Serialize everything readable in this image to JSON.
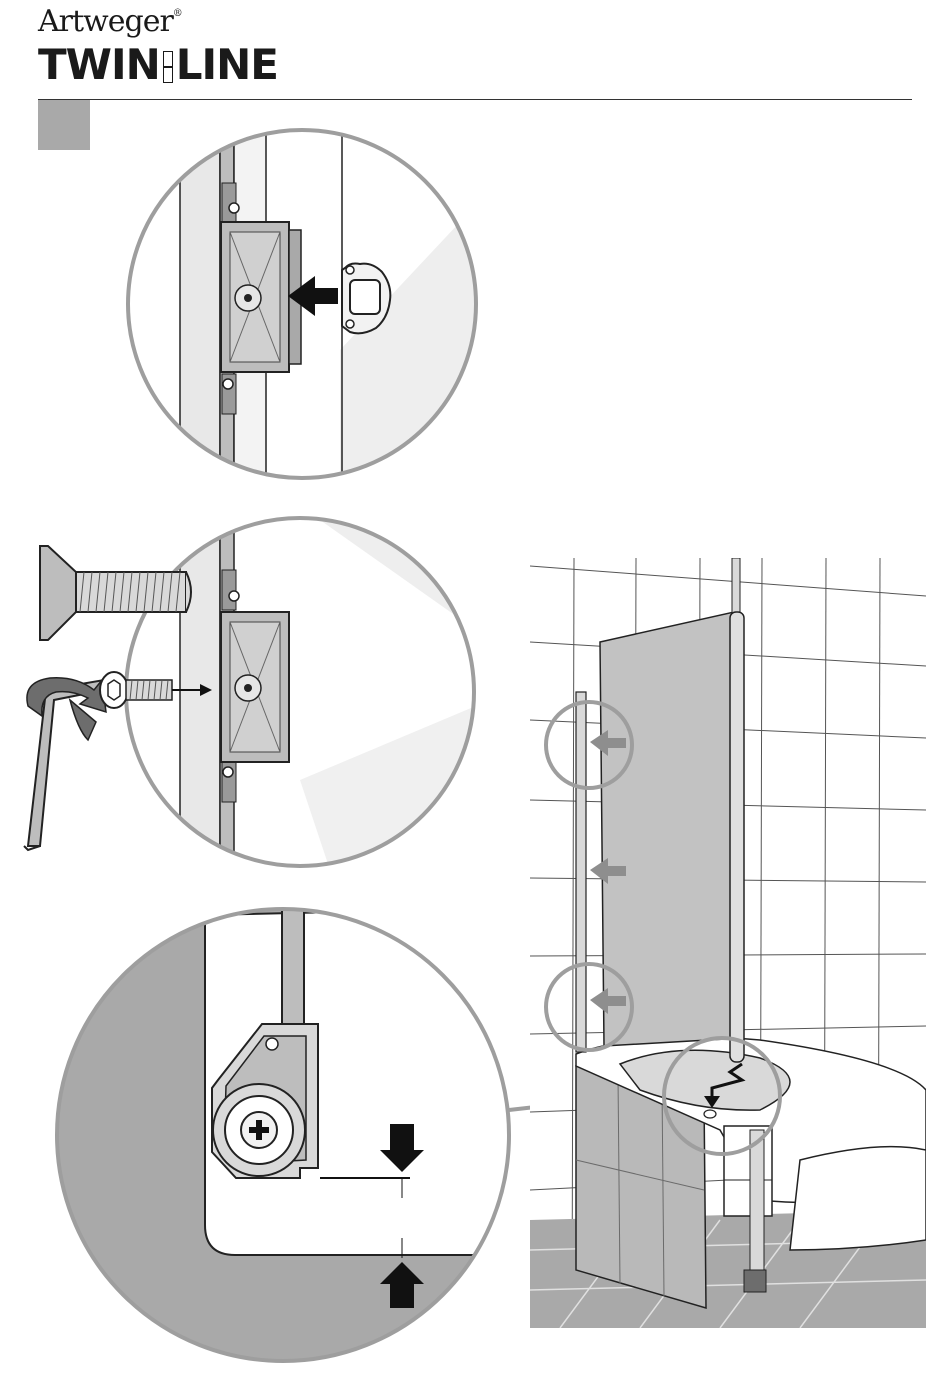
{
  "header": {
    "brand": "Artweger",
    "brand_mark": "®",
    "product_left": "TWIN",
    "product_right": "LINE"
  },
  "colors": {
    "ink": "#1a1a1a",
    "panel_gray": "#a9a9a9",
    "light_gray": "#d9d9d9",
    "mid_gray": "#bdbdbd",
    "circle_outline": "#9e9e9e"
  },
  "icons": [
    "arrow-right-icon",
    "arrow-down-icon",
    "arrow-up-icon",
    "allen-key-icon",
    "screw-icon",
    "rotate-arrow-icon",
    "phillips-screw-icon"
  ]
}
